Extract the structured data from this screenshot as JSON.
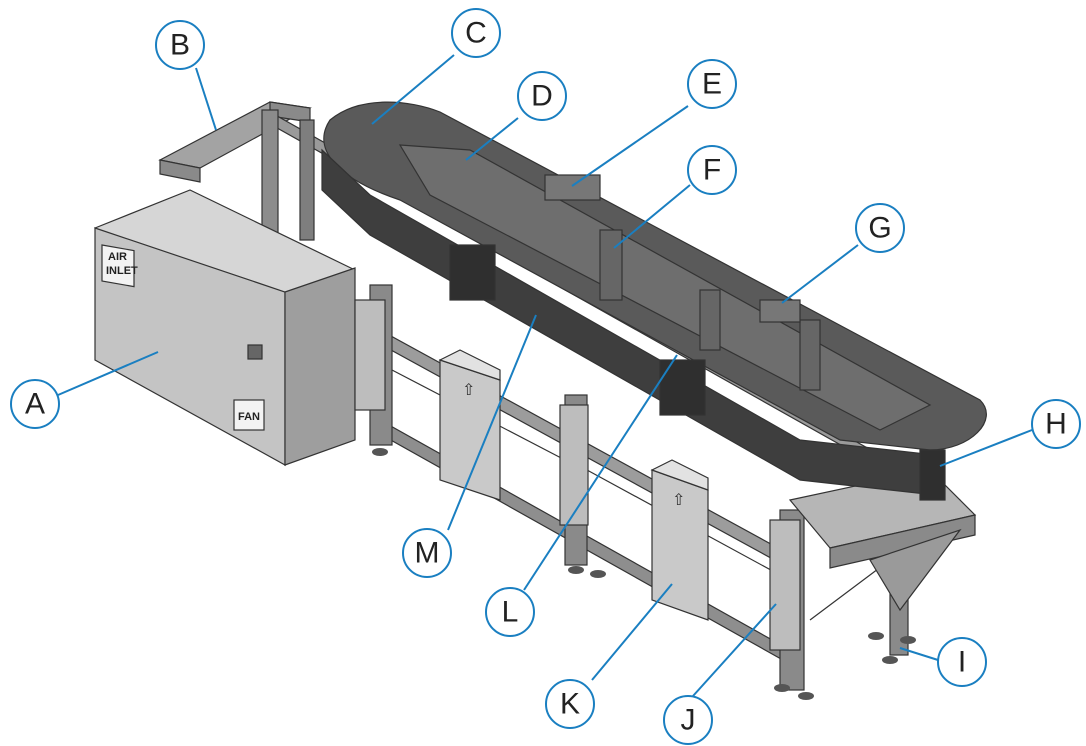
{
  "diagram": {
    "panel_labels": {
      "air_inlet_line1": "AIR",
      "air_inlet_line2": "INLET",
      "fan": "FAN"
    },
    "callouts": [
      {
        "id": "A",
        "label": "A"
      },
      {
        "id": "B",
        "label": "B"
      },
      {
        "id": "C",
        "label": "C"
      },
      {
        "id": "D",
        "label": "D"
      },
      {
        "id": "E",
        "label": "E"
      },
      {
        "id": "F",
        "label": "F"
      },
      {
        "id": "G",
        "label": "G"
      },
      {
        "id": "H",
        "label": "H"
      },
      {
        "id": "I",
        "label": "I"
      },
      {
        "id": "J",
        "label": "J"
      },
      {
        "id": "K",
        "label": "K"
      },
      {
        "id": "L",
        "label": "L"
      },
      {
        "id": "M",
        "label": "M"
      }
    ],
    "colors": {
      "callout_stroke": "#1a7fc1",
      "frame": "#8c8c8c",
      "conveyor": "#4a4a4a",
      "enclosure": "#c8c8c8"
    }
  }
}
